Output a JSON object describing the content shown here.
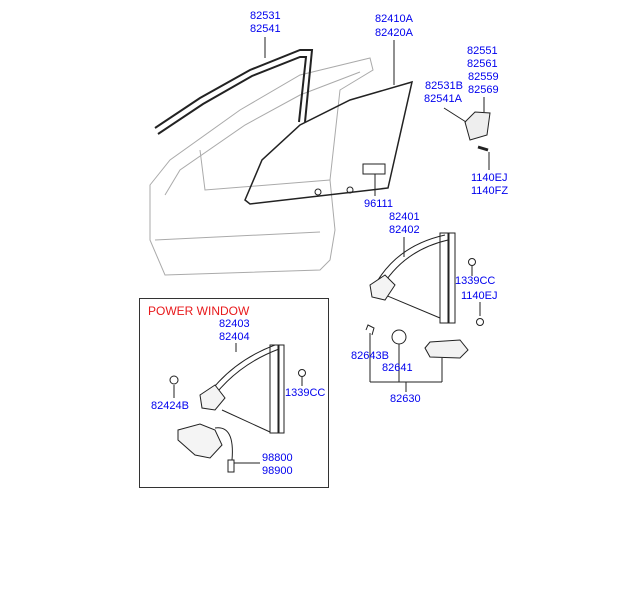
{
  "section_title": "POWER WINDOW",
  "labels": {
    "weatherstrip_a": "82531",
    "weatherstrip_b": "82541",
    "glass_a": "82410A",
    "glass_b": "82420A",
    "channel_a": "82531B",
    "channel_b": "82541A",
    "bracket_a": "82551",
    "bracket_b": "82561",
    "bracket_c": "82559",
    "bracket_d": "82569",
    "bolt_top_a": "1140EJ",
    "bolt_top_b": "1140FZ",
    "label_plate": "96111",
    "regulator_a": "82401",
    "regulator_b": "82402",
    "nut_right": "1339CC",
    "bolt_right": "1140EJ",
    "clip": "82643B",
    "washer": "82641",
    "handle_assy": "82630",
    "power_regulator_a": "82403",
    "power_regulator_b": "82404",
    "power_bolt": "82424B",
    "power_nut": "1339CC",
    "motor_a": "98800",
    "motor_b": "98900"
  },
  "colors": {
    "label": "#0000ee",
    "title": "#e8191b",
    "line": "#222222"
  }
}
